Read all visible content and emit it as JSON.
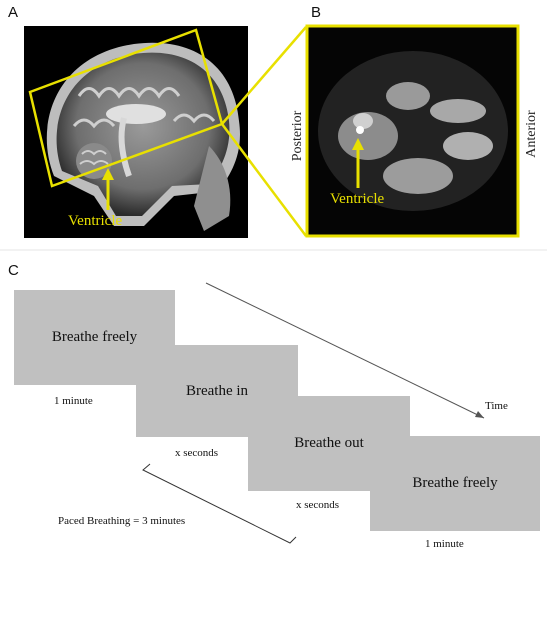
{
  "panels": {
    "a": "A",
    "b": "B",
    "c": "C"
  },
  "mri": {
    "ventricle_label_a": "Ventricle",
    "ventricle_label_b": "Ventricle",
    "posterior": "Posterior",
    "anterior": "Anterior"
  },
  "timeline": {
    "blocks": [
      {
        "label": "Breathe freely",
        "caption": "1 minute"
      },
      {
        "label": "Breathe in",
        "caption": "x seconds"
      },
      {
        "label": "Breathe out",
        "caption": "x seconds"
      },
      {
        "label": "Breathe freely",
        "caption": "1 minute"
      }
    ],
    "time_label": "Time",
    "paced_label": "Paced Breathing = 3 minutes"
  },
  "colors": {
    "highlight": "#e8e000",
    "block": "#c0c0c0"
  }
}
